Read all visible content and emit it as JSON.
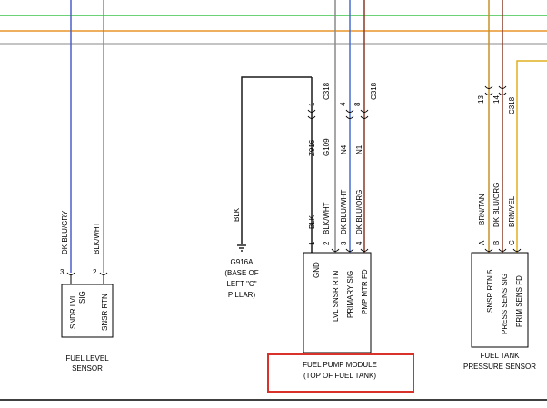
{
  "colors": {
    "green_bus": "#3cc34a",
    "orange_bus": "#e8962a",
    "gray_bus": "#8a8a8a",
    "dk_blu_gry": "#4a5fc8",
    "blk_wht": "#8a8a8a",
    "blk": "#1a1a1a",
    "dk_blu_wht": "#4a6fd0",
    "dk_blu_org": "#8a3a2a",
    "brn_tan": "#c8922a",
    "brn_yel": "#e0b020",
    "highlight_box": "#d9322b"
  },
  "fuel_level_sensor": {
    "wire_left_color": "DK BLU/GRY",
    "wire_right_color": "BLK/WHT",
    "pin_left": "3",
    "pin_right": "2",
    "pin_left_name_1": "SNDR LVL",
    "pin_left_name_2": "SIG",
    "pin_right_name": "SNSR RTN",
    "name_line_1": "FUEL LEVEL",
    "name_line_2": "SENSOR"
  },
  "ground": {
    "wire_color": "BLK",
    "id": "G916A",
    "loc_1": "(BASE OF",
    "loc_2": "LEFT \"C\"",
    "loc_3": "PILLAR)"
  },
  "connector_c318_left": {
    "name": "C318",
    "pins": [
      "1",
      "4",
      "8"
    ]
  },
  "splices": [
    "Z916",
    "G109",
    "N4",
    "N1"
  ],
  "fuel_pump_module": {
    "pins": [
      {
        "num": "1",
        "color": "BLK",
        "name": "GND"
      },
      {
        "num": "2",
        "color": "BLK/WHT",
        "name": "LVL SNSR RTN"
      },
      {
        "num": "3",
        "color": "DK BLU/WHT",
        "name": "PRIMARY SIG"
      },
      {
        "num": "4",
        "color": "DK BLU/ORG",
        "name": "PMP MTR FD"
      }
    ],
    "name_line_1": "FUEL PUMP MODULE",
    "name_line_2": "(TOP OF FUEL TANK)"
  },
  "connector_c318_right": {
    "name": "C318",
    "pins": [
      "13",
      "14"
    ]
  },
  "fuel_tank_pressure_sensor": {
    "pins": [
      {
        "num": "A",
        "color": "BRN/TAN",
        "name": "SNSR RTN 5"
      },
      {
        "num": "B",
        "color": "DK BLU/ORG",
        "name": "PRESS SENS SIG"
      },
      {
        "num": "C",
        "color": "BRN/YEL",
        "name": "PRIM SENS FD"
      }
    ],
    "name_line_1": "FUEL TANK",
    "name_line_2": "PRESSURE SENSOR"
  }
}
